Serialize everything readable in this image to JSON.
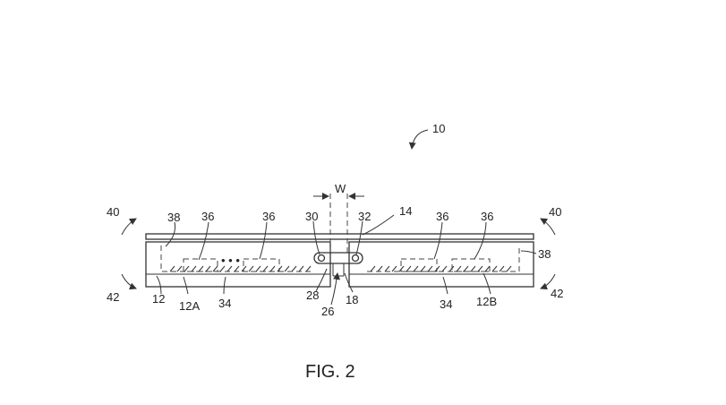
{
  "figure_label": "FIG. 2",
  "references": {
    "device": "10",
    "cover": "14",
    "housing": "12",
    "left_portion": "12A",
    "right_portion": "12B",
    "gap_width": "W",
    "hinge_left": "30",
    "hinge_right": "32",
    "hinge_base": "28",
    "hinge_center": "26",
    "hinge_bottom": "18",
    "component": "36",
    "circuit_board": "34",
    "wall": "38",
    "rotation_upper": "40",
    "rotation_lower": "42",
    "ellipsis": "• • •"
  }
}
